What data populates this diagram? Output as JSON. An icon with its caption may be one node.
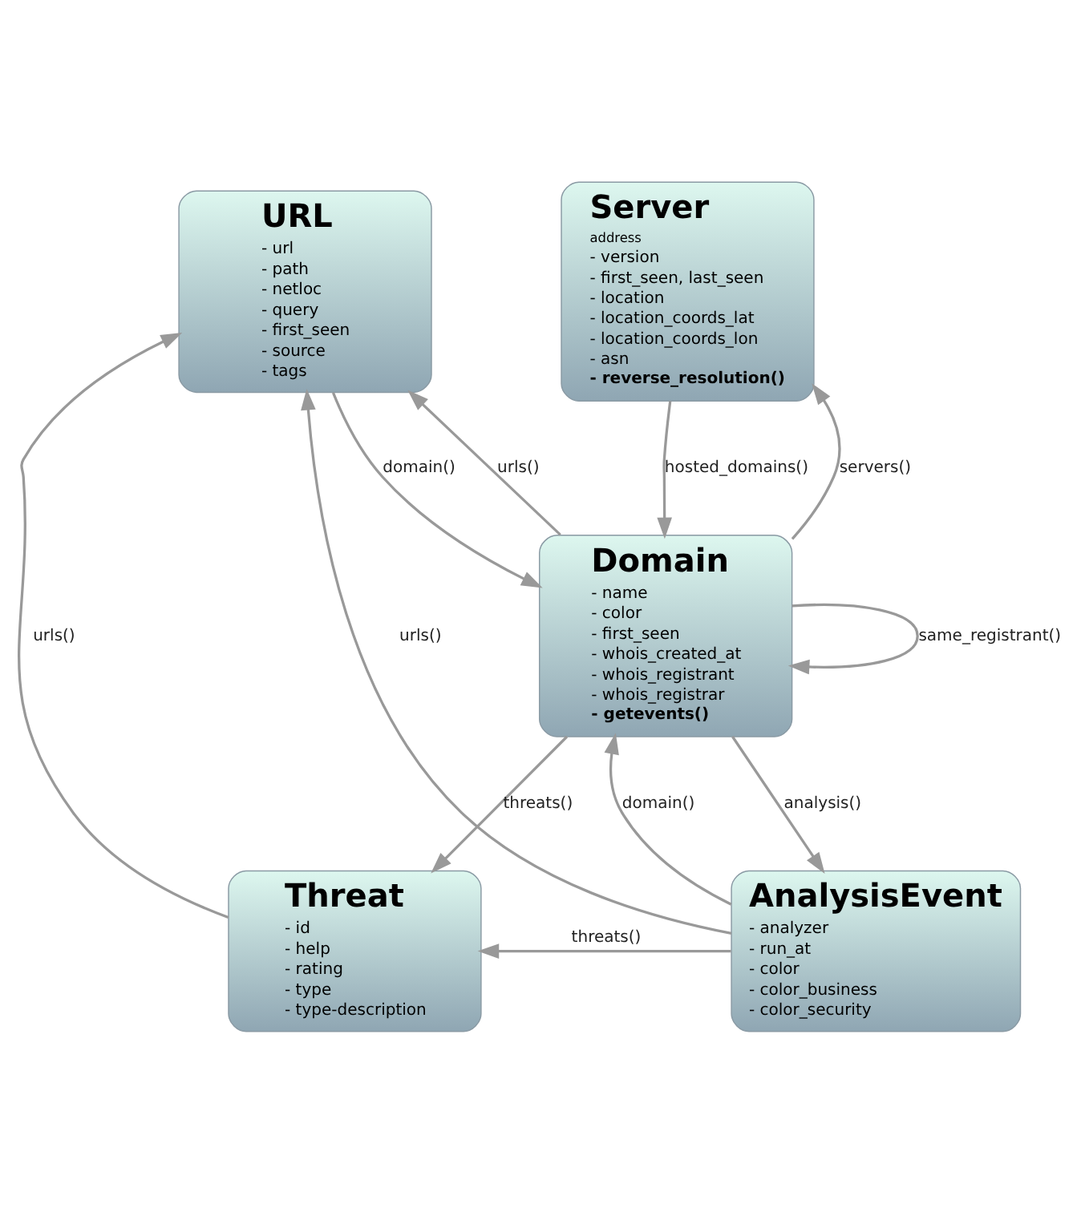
{
  "diagram": {
    "nodes": [
      {
        "text": [
          "URL",
          "- url",
          "- path",
          "- netloc",
          "- query",
          "- first_seen",
          "- source",
          "- tags"
        ]
      },
      {
        "text": [
          "Server",
          "address",
          "- version",
          "- first_seen, last_seen",
          "- location",
          "- location_coords_lat",
          "- location_coords_lon",
          "- asn",
          "- reverse_resolution()"
        ]
      },
      {
        "text": [
          "Domain",
          "- name",
          "- color",
          "- first_seen",
          "- whois_created_at",
          "- whois_registrant",
          "- whois_registrar",
          "- getevents()"
        ]
      },
      {
        "text": [
          "Threat",
          "- id",
          "- help",
          "- rating",
          "- type",
          "- type-description"
        ]
      },
      {
        "text": [
          "AnalysisEvent",
          "- analyzer",
          "- run_at",
          "- color",
          "- color_business",
          "- color_security"
        ]
      }
    ],
    "edges": [
      {
        "from": 2,
        "to": 0,
        "arrow": "to",
        "label": "urls()"
      },
      {
        "from": 0,
        "to": 2,
        "arrow": "to",
        "label": "domain()"
      },
      {
        "from": 1,
        "to": 2,
        "arrow": "to",
        "label": "hosted_domains()"
      },
      {
        "from": 2,
        "to": 1,
        "arrow": "to",
        "label": "servers()"
      },
      {
        "from": 2,
        "to": 2,
        "arrow": "to",
        "label": "same_registrant()"
      },
      {
        "from": 3,
        "to": 0,
        "arrow": "to",
        "label": "urls()"
      },
      {
        "from": 4,
        "to": 0,
        "arrow": "to",
        "label": "urls()"
      },
      {
        "from": 2,
        "to": 3,
        "arrow": "to",
        "label": "threats()"
      },
      {
        "from": 4,
        "to": 2,
        "arrow": "to",
        "label": "domain()"
      },
      {
        "from": 2,
        "to": 4,
        "arrow": "to",
        "label": "analysis()"
      },
      {
        "from": 4,
        "to": 3,
        "arrow": "to",
        "label": "threats()"
      }
    ]
  }
}
